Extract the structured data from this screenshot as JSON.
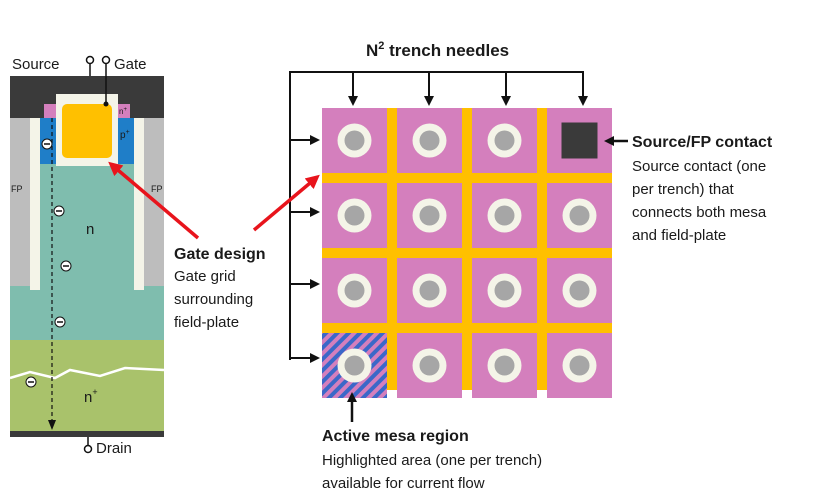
{
  "cross_section": {
    "source_label": "Source",
    "gate_label": "Gate",
    "drain_label": "Drain",
    "n_label": "n",
    "n_plus_label": "n",
    "n_plus_sup": "+",
    "p_plus_label": "p",
    "p_plus_sup": "+",
    "n_plus_top_label": "n",
    "n_plus_top_sup": "+",
    "fp_left_label": "FP",
    "fp_right_label": "FP",
    "electron_symbol": "⊖"
  },
  "gate_design": {
    "title": "Gate design",
    "lines": [
      "Gate grid",
      "surrounding",
      "field-plate"
    ]
  },
  "trench_needles": {
    "title_prefix": "N",
    "title_sup": "2",
    "title_suffix": " trench needles"
  },
  "source_fp": {
    "title": "Source/FP contact",
    "lines": [
      "Source contact (one",
      "per trench) that",
      "connects both mesa",
      "and field-plate"
    ]
  },
  "active_mesa": {
    "title": "Active mesa region",
    "lines": [
      "Highlighted area (one per trench)",
      "available for current flow"
    ]
  },
  "grid": {
    "rows": 4,
    "cols": 4
  },
  "colors": {
    "mesa": "#d47fbd",
    "gate": "#ffc000",
    "drift": "#7fbdae",
    "substrate": "#a9c26b",
    "metal": "#3a3a3a",
    "ppluse": "#1f7ec8",
    "arrow_red": "#e8141c",
    "hatch": "#3b68c8"
  }
}
